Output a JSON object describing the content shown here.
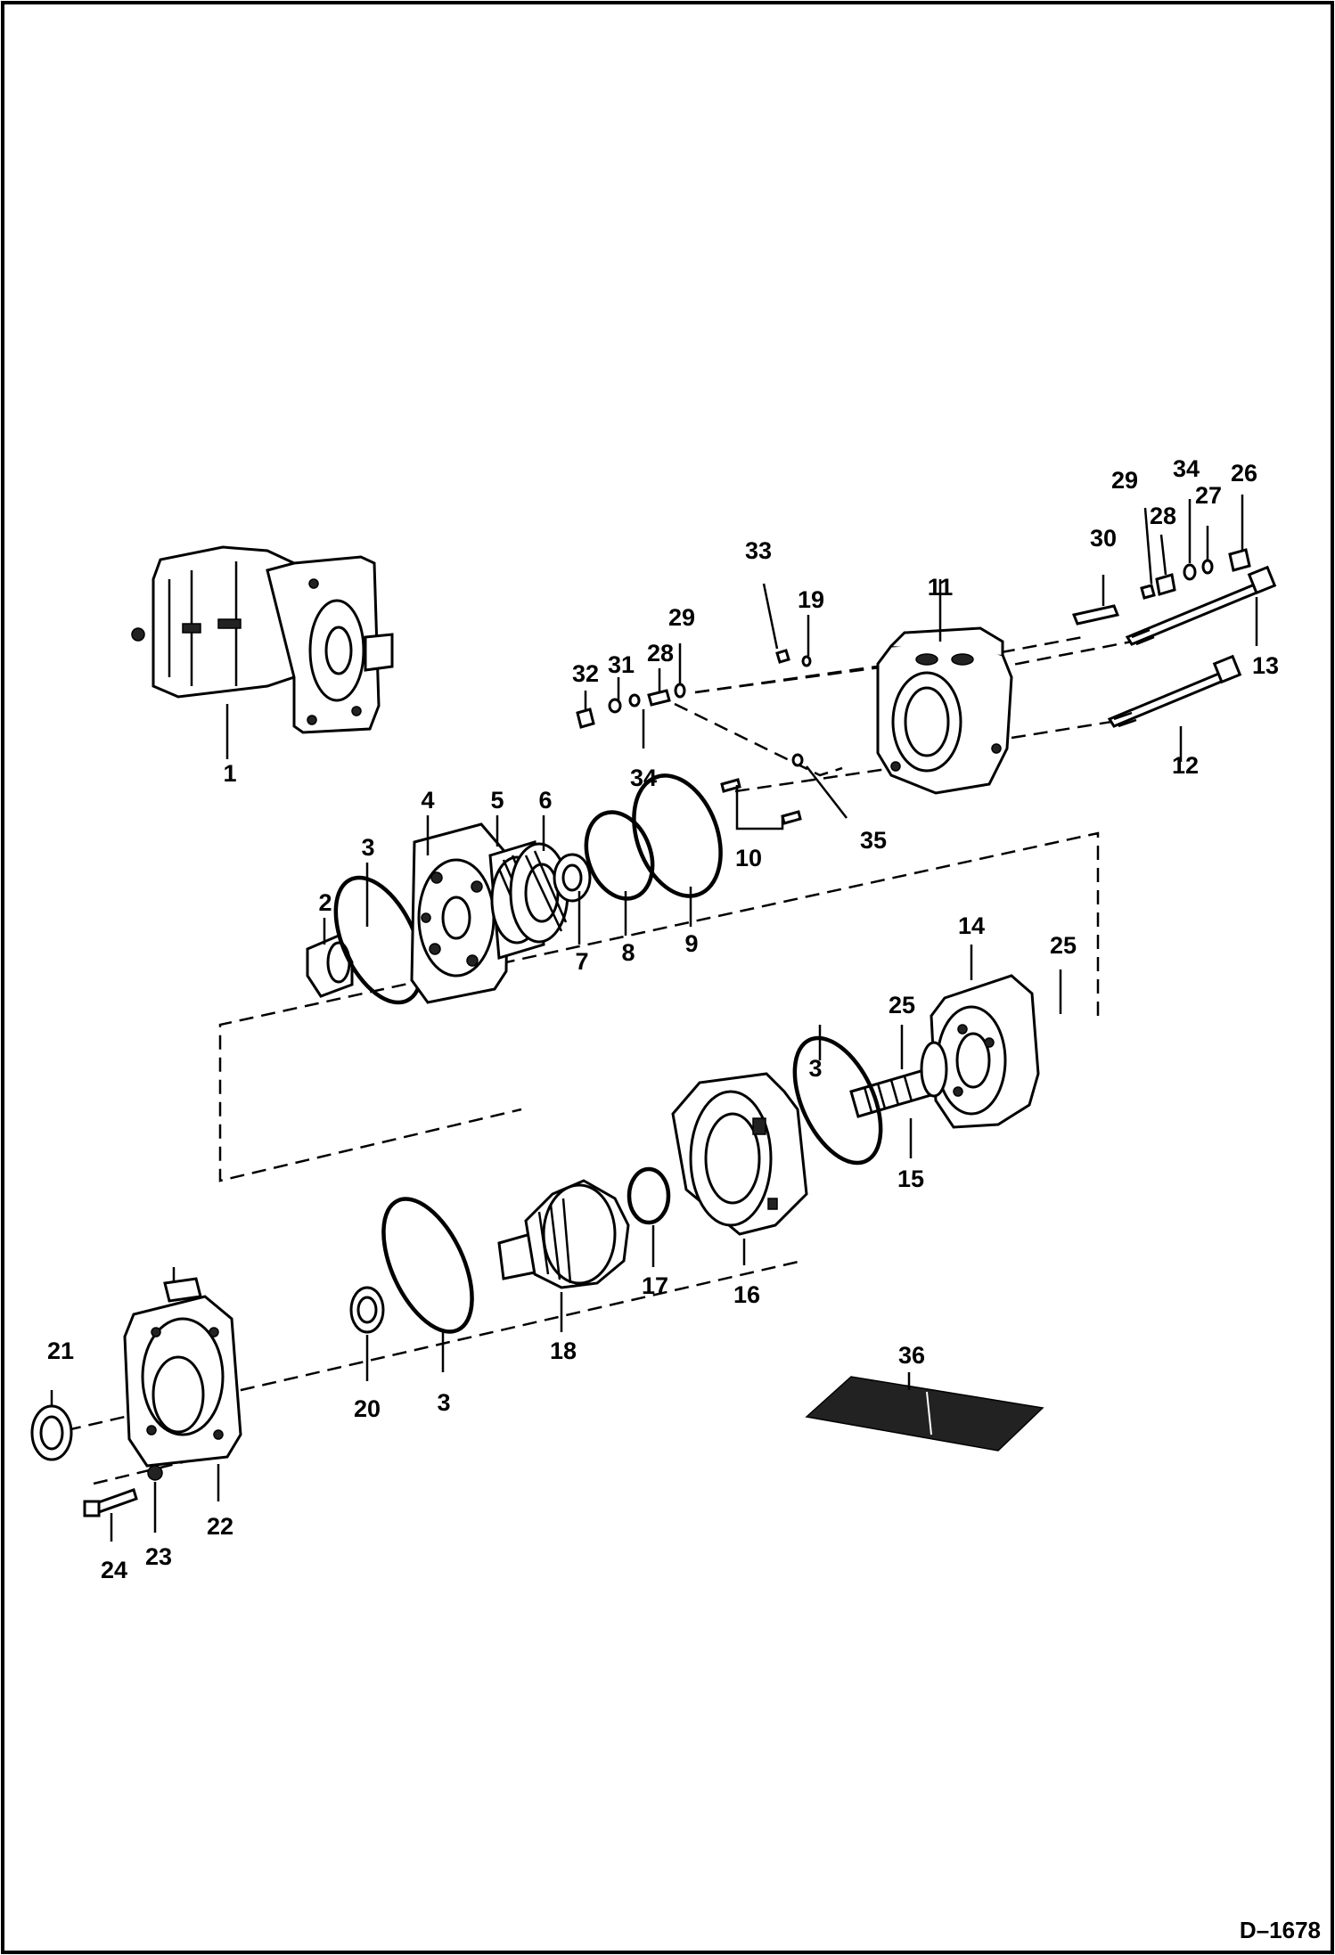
{
  "document_id": "D–1678",
  "callouts": [
    "1",
    "2",
    "3",
    "4",
    "5",
    "6",
    "7",
    "8",
    "9",
    "10",
    "11",
    "12",
    "13",
    "14",
    "15",
    "16",
    "17",
    "18",
    "19",
    "20",
    "21",
    "22",
    "23",
    "24",
    "25",
    "26",
    "27",
    "28",
    "29",
    "30",
    "31",
    "32",
    "33",
    "34",
    "35",
    "36"
  ]
}
